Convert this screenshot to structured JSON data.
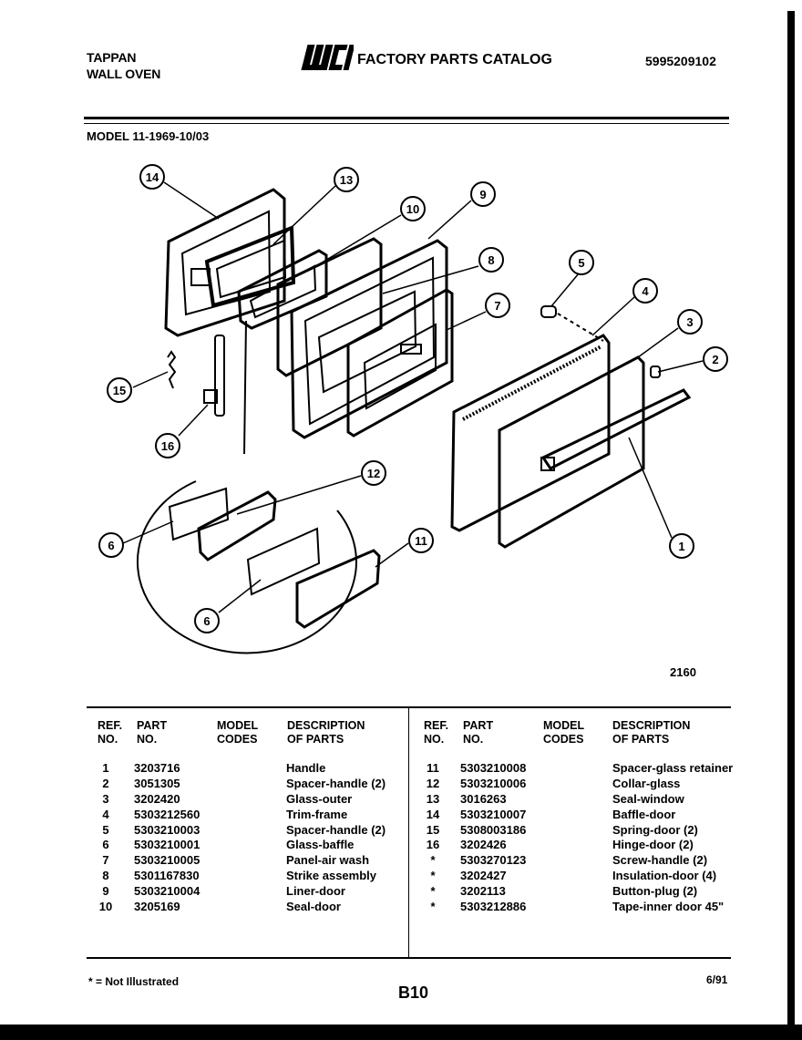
{
  "header": {
    "brand_line1": "TAPPAN",
    "brand_line2": "WALL OVEN",
    "logo_text": "WCI",
    "catalog_title": "FACTORY PARTS CATALOG",
    "catalog_number": "5995209102",
    "model": "MODEL 11-1969-10/03"
  },
  "diagram": {
    "drawing_number": "2160",
    "callouts": [
      "14",
      "13",
      "10",
      "9",
      "8",
      "7",
      "5",
      "4",
      "3",
      "2",
      "1",
      "15",
      "16",
      "12",
      "11",
      "6",
      "6"
    ]
  },
  "table": {
    "headers": {
      "ref": "REF.\nNO.",
      "part": "PART\nNO.",
      "model": "MODEL\nCODES",
      "desc": "DESCRIPTION\nOF PARTS"
    },
    "left": [
      {
        "ref": "1",
        "part": "3203716",
        "desc": "Handle"
      },
      {
        "ref": "2",
        "part": "3051305",
        "desc": "Spacer-handle (2)"
      },
      {
        "ref": "3",
        "part": "3202420",
        "desc": "Glass-outer"
      },
      {
        "ref": "4",
        "part": "5303212560",
        "desc": "Trim-frame"
      },
      {
        "ref": "5",
        "part": "5303210003",
        "desc": "Spacer-handle (2)"
      },
      {
        "ref": "6",
        "part": "5303210001",
        "desc": "Glass-baffle"
      },
      {
        "ref": "7",
        "part": "5303210005",
        "desc": "Panel-air wash"
      },
      {
        "ref": "8",
        "part": "5301167830",
        "desc": "Strike assembly"
      },
      {
        "ref": "9",
        "part": "5303210004",
        "desc": "Liner-door"
      },
      {
        "ref": "10",
        "part": "3205169",
        "desc": "Seal-door"
      }
    ],
    "right": [
      {
        "ref": "11",
        "part": "5303210008",
        "desc": "Spacer-glass retainer"
      },
      {
        "ref": "12",
        "part": "5303210006",
        "desc": "Collar-glass"
      },
      {
        "ref": "13",
        "part": "3016263",
        "desc": "Seal-window"
      },
      {
        "ref": "14",
        "part": "5303210007",
        "desc": "Baffle-door"
      },
      {
        "ref": "15",
        "part": "5308003186",
        "desc": "Spring-door (2)"
      },
      {
        "ref": "16",
        "part": "3202426",
        "desc": "Hinge-door (2)"
      },
      {
        "ref": "*",
        "part": "5303270123",
        "desc": "Screw-handle (2)"
      },
      {
        "ref": "*",
        "part": "3202427",
        "desc": "Insulation-door (4)"
      },
      {
        "ref": "*",
        "part": "3202113",
        "desc": "Button-plug (2)"
      },
      {
        "ref": "*",
        "part": "5303212886",
        "desc": "Tape-inner door 45\""
      }
    ]
  },
  "footer": {
    "note": "* = Not Illustrated",
    "page": "B10",
    "date": "6/91"
  }
}
